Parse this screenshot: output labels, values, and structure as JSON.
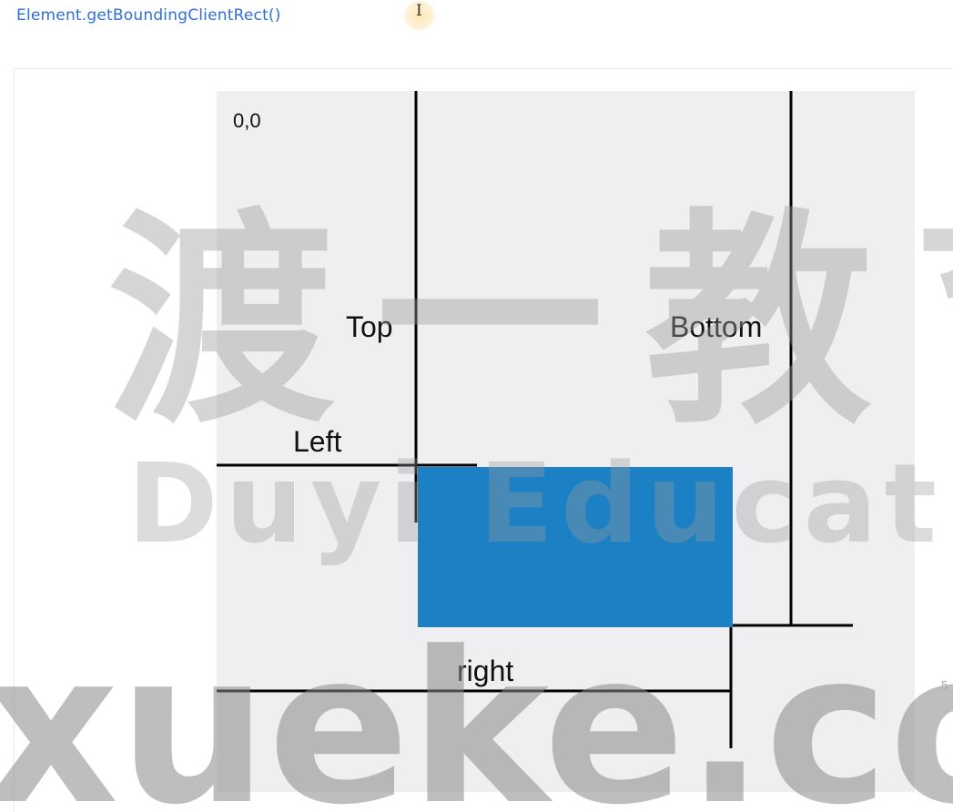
{
  "header": {
    "api_name": "Element.getBoundingClientRect()",
    "cursor_icon": "text-cursor-icon"
  },
  "diagram": {
    "origin_label": "0,0",
    "top_label": "Top",
    "bottom_label": "Bottom",
    "left_label": "Left",
    "right_label": "right",
    "canvas_color": "#efeff1",
    "rect_color": "#1c80c4",
    "line_color": "#000000"
  },
  "watermark": {
    "line1": "渡一教育",
    "line2": "Duyi Education",
    "line3": "xueke.com"
  },
  "page_number": "5"
}
